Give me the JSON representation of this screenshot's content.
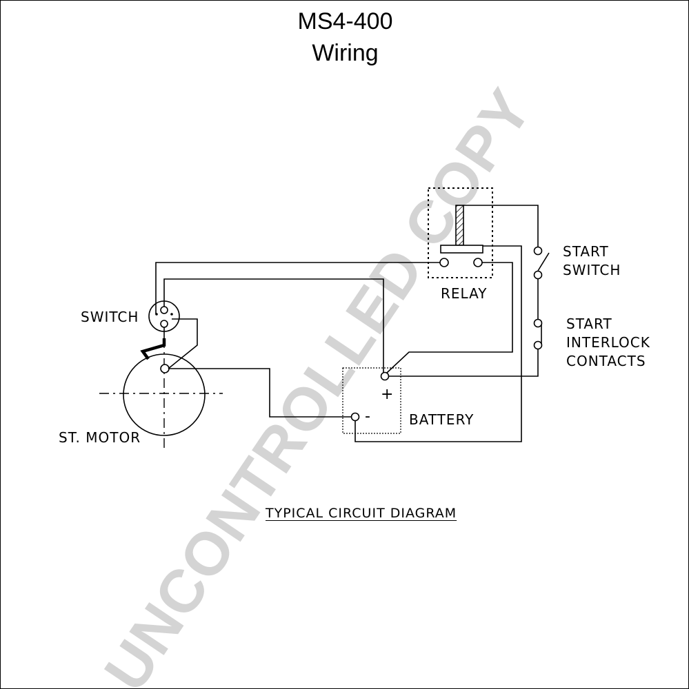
{
  "title": "MS4-400",
  "subtitle": "Wiring",
  "labels": {
    "switch": "SWITCH",
    "st_motor": "ST. MOTOR",
    "relay": "RELAY",
    "start_switch_1": "START",
    "start_switch_2": "SWITCH",
    "interlock_1": "START",
    "interlock_2": "INTERLOCK",
    "interlock_3": "CONTACTS",
    "battery": "BATTERY",
    "battery_plus": "+",
    "battery_minus": "-"
  },
  "caption": "TYPICAL CIRCUIT DIAGRAM",
  "watermark": "UNCONTROLLED COPY"
}
